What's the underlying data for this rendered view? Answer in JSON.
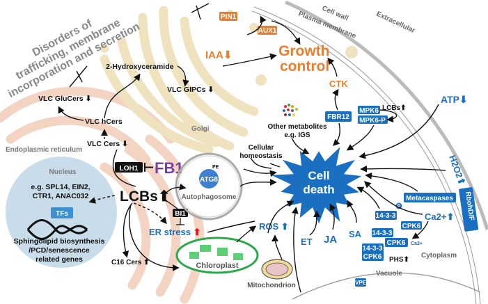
{
  "title_lines": [
    "Disorders of",
    "trafficking, membrane",
    "incorporation and secretion"
  ],
  "compartments": {
    "extracellular": "Extracellular",
    "cell_wall": "Cell wall",
    "plasma_membrane": "Plasma membrane",
    "er": "Endoplasmic reticulum",
    "golgi": "Golgi",
    "nucleus": "Nucleus",
    "autophagosome": "Autophagosome",
    "chloroplast": "Chloroplast",
    "mitochondrion": "Mitochondrion",
    "cytoplasm": "Cytoplasm",
    "vacuole": "Vacuole"
  },
  "lipids": {
    "hydroxyceramide": "2-Hydroxyceramide",
    "vlc_gipcs": "VLC GIPCs",
    "vlc_glucers": "VLC GluCers",
    "vlc_hcers": "VLC hCers",
    "vlc_cers": "VLC Cers",
    "lcbs": "LCBs",
    "c16_cers": "C16 Cers",
    "phs": "PHS"
  },
  "nucleus": {
    "genes_line1": "e.g. SPL14, EIN2,",
    "genes_line2": "CTR1, ANAC032",
    "tfs": "TFs",
    "targets_line1": "Sphingolipid  biosynthesis",
    "targets_line2": "/PCD/senescence",
    "targets_line3": "related genes"
  },
  "growth": {
    "pin1": "PIN1",
    "aux1": "AUX1",
    "iaa": "IAA",
    "growth_line1": "Growth",
    "growth_line2": "control",
    "ctk": "CTK"
  },
  "proteins": {
    "loh1": "LOH1",
    "fb1": "FB1",
    "bi1": "BI1",
    "atg8": "ATG8",
    "pe": "PE",
    "fbr12": "FBR12",
    "mpk6": "MPK6",
    "mpk6p": "MPK6-P",
    "mpk_lcbs": "LCBs",
    "metacaspases": "Metacaspases",
    "rbohdf": "RbohD/F",
    "vpe": "VPE",
    "p": "P",
    "p1433_a": "14-3-3",
    "cpk6_a": "CPK6",
    "p1433_b": "14-3-3",
    "cpk6_b": "CPK6",
    "ca_small": "Ca2+",
    "p1433_c": "14-3-3",
    "cpk6_c": "CPK6"
  },
  "signals": {
    "er_stress": "ER stress",
    "ros": "ROS",
    "et": "ET",
    "ja": "JA",
    "sa": "SA",
    "ca": "Ca2+",
    "atp": "ATP",
    "h2o2": "H2O2",
    "other_metabolites_line1": "Other metabolites",
    "other_metabolites_line2": "e.g. IGS",
    "homeostasis_line1": "Cellular",
    "homeostasis_line2": "homeostasis"
  },
  "center": {
    "line1": "Cell",
    "line2": "death"
  },
  "colors": {
    "blue": "#1a6fc0",
    "orange": "#e87e2e",
    "purple": "#7b3fa3",
    "er": "#f3d3c2",
    "golgi": "#efe3bf",
    "nucleus": "#c9dcea",
    "chloroplast": "#2aa84a",
    "red_arrow": "#e8101a"
  }
}
